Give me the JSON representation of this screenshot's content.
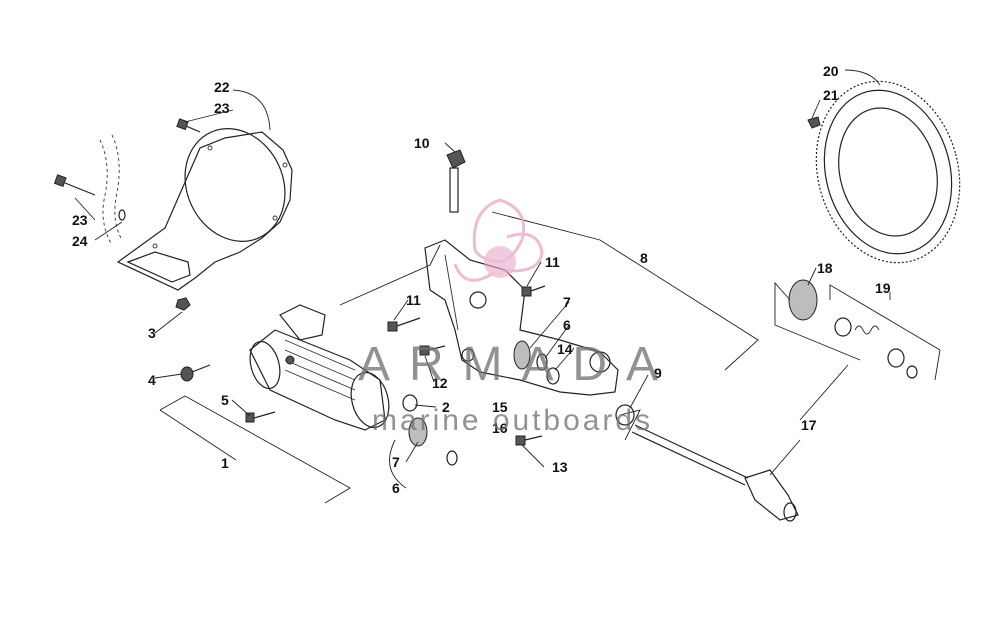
{
  "callouts": [
    {
      "id": "1",
      "text": "1"
    },
    {
      "id": "2",
      "text": "2"
    },
    {
      "id": "3",
      "text": "3"
    },
    {
      "id": "4",
      "text": "4"
    },
    {
      "id": "5",
      "text": "5"
    },
    {
      "id": "6a",
      "text": "6"
    },
    {
      "id": "6b",
      "text": "6"
    },
    {
      "id": "7a",
      "text": "7"
    },
    {
      "id": "7b",
      "text": "7"
    },
    {
      "id": "8",
      "text": "8"
    },
    {
      "id": "9",
      "text": "9"
    },
    {
      "id": "10",
      "text": "10"
    },
    {
      "id": "11a",
      "text": "11"
    },
    {
      "id": "11b",
      "text": "11"
    },
    {
      "id": "12",
      "text": "12"
    },
    {
      "id": "13",
      "text": "13"
    },
    {
      "id": "14",
      "text": "14"
    },
    {
      "id": "15",
      "text": "15"
    },
    {
      "id": "16",
      "text": "16"
    },
    {
      "id": "17",
      "text": "17"
    },
    {
      "id": "18",
      "text": "18"
    },
    {
      "id": "19",
      "text": "19"
    },
    {
      "id": "20",
      "text": "20"
    },
    {
      "id": "21",
      "text": "21"
    },
    {
      "id": "22",
      "text": "22"
    },
    {
      "id": "23a",
      "text": "23"
    },
    {
      "id": "23b",
      "text": "23"
    },
    {
      "id": "24",
      "text": "24"
    }
  ],
  "watermark": {
    "brand": "ARMADA",
    "tagline": "marine outboards",
    "color": "#e7a6c8"
  }
}
